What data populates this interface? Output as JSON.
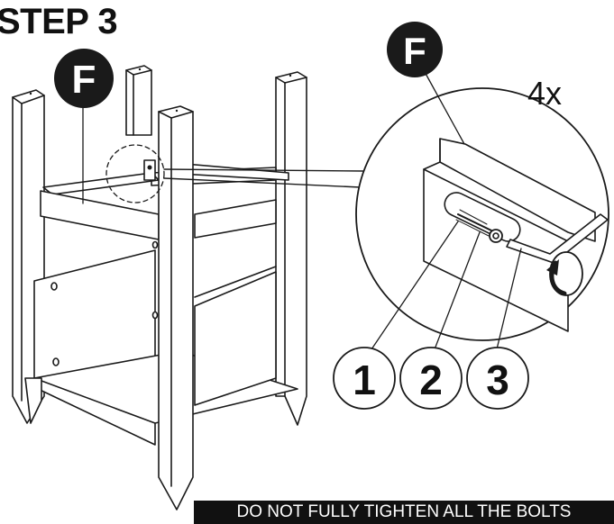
{
  "step_title": "STEP 3",
  "part_label_main": "F",
  "part_label_detail": "F",
  "quantity": "4x",
  "callouts": [
    "1",
    "2",
    "3"
  ],
  "warning": "DO NOT FULLY TIGHTEN ALL THE BOLTS"
}
